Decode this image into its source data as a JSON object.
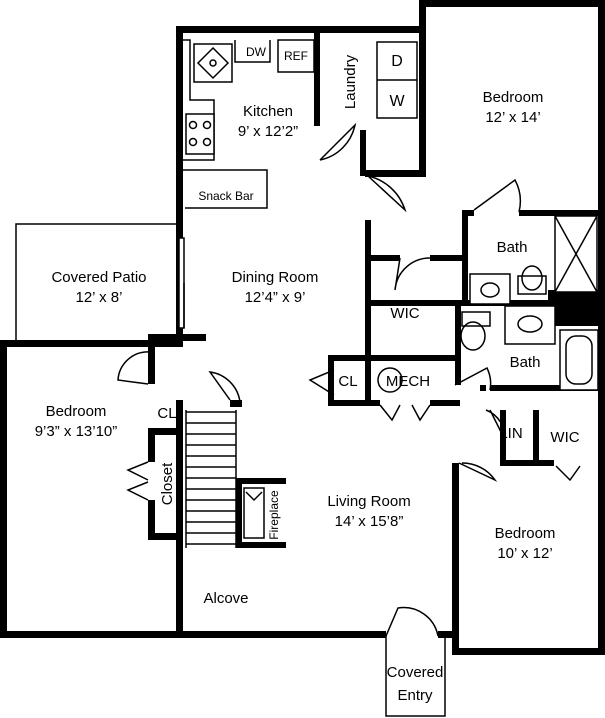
{
  "rooms": {
    "kitchen": {
      "name": "Kitchen",
      "size": "9’ x 12’2”"
    },
    "laundry": {
      "name": "Laundry"
    },
    "bedroom_ne": {
      "name": "Bedroom",
      "size": "12’ x 14’"
    },
    "dining": {
      "name": "Dining Room",
      "size": "12’4” x 9’"
    },
    "patio": {
      "name": "Covered Patio",
      "size": "12’ x 8’"
    },
    "bath_top": {
      "name": "Bath"
    },
    "bath_mid": {
      "name": "Bath"
    },
    "wic_center": {
      "name": "WIC"
    },
    "cl_center": {
      "name": "CL"
    },
    "mech": {
      "name": "MECH"
    },
    "bedroom_w": {
      "name": "Bedroom",
      "size": "9’3” x 13’10”"
    },
    "cl_west": {
      "name": "CL"
    },
    "closet": {
      "name": "Closet"
    },
    "fireplace": {
      "name": "Fireplace"
    },
    "living": {
      "name": "Living Room",
      "size": "14’ x 15’8”"
    },
    "lin": {
      "name": "LIN"
    },
    "wic_east": {
      "name": "WIC"
    },
    "bedroom_se": {
      "name": "Bedroom",
      "size": "10’ x 12’"
    },
    "alcove": {
      "name": "Alcove"
    },
    "entry": {
      "line1": "Covered",
      "line2": "Entry"
    }
  },
  "appliances": {
    "dw": "DW",
    "ref": "REF",
    "dryer": "D",
    "washer": "W",
    "snack_bar": "Snack Bar"
  }
}
